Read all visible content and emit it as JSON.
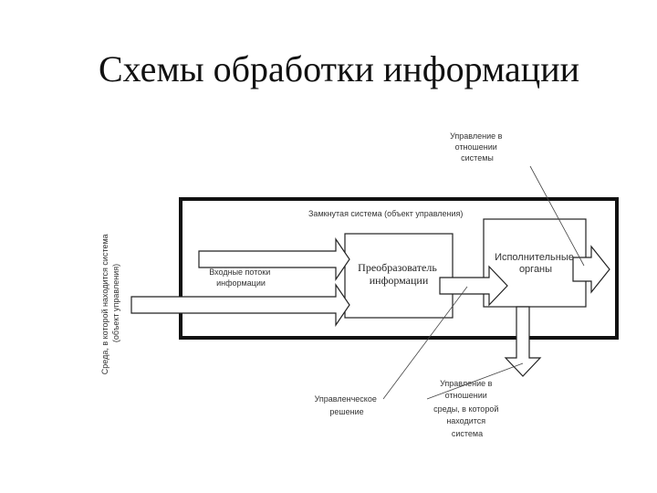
{
  "title": "Схемы обработки информации",
  "diagram": {
    "system_label": "Замкнутая система (объект управления)",
    "environment_label": [
      "Среда, в которой находится система",
      "(объект управления)"
    ],
    "input_label": [
      "Входные потоки",
      "информации"
    ],
    "converter_label": [
      "Преобразователь",
      "информации"
    ],
    "executive_label": [
      "Исполнительные",
      "органы"
    ],
    "control_system_label": [
      "Управление в",
      "отношении",
      "системы"
    ],
    "control_environment_label": [
      "Управление в",
      "отношении",
      "среды, в которой",
      "находится",
      "система"
    ],
    "decision_label": [
      "Управленческое",
      "решение"
    ]
  },
  "colors": {
    "line": "#222222",
    "box_border": "#111111",
    "background": "#ffffff"
  }
}
